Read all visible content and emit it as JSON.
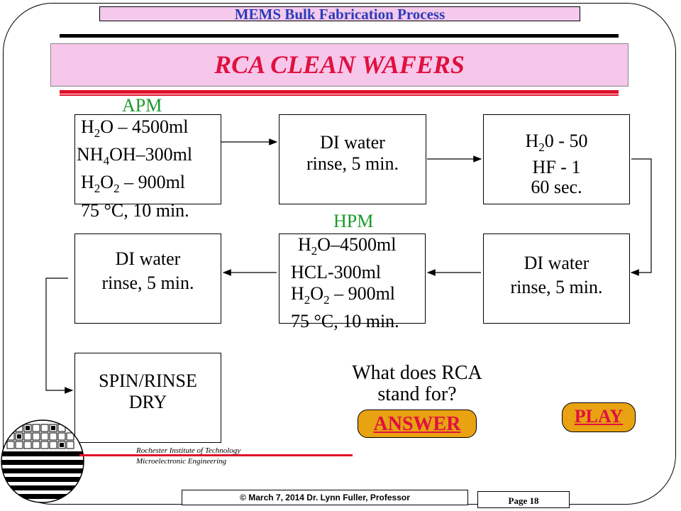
{
  "header": {
    "course_title": "MEMS Bulk Fabrication Process"
  },
  "slide": {
    "title": "RCA CLEAN WAFERS"
  },
  "steps": {
    "apm": {
      "label": "APM",
      "lines": [
        "H2O – 4500ml",
        "NH4OH–300ml",
        "H2O2 – 900ml",
        "75 °C, 10 min."
      ]
    },
    "rinse1": {
      "lines": [
        "DI water",
        "rinse, 5 min."
      ]
    },
    "hf": {
      "lines": [
        "H20 - 50",
        "HF - 1",
        "60 sec."
      ]
    },
    "rinse2": {
      "lines": [
        "DI water",
        "rinse, 5 min."
      ]
    },
    "hpm": {
      "label": "HPM",
      "lines": [
        "H2O–4500ml",
        "HCL-300ml",
        "H2O2 –  900ml",
        "75 °C, 10 min."
      ]
    },
    "rinse3": {
      "lines": [
        "DI water",
        "rinse, 5 min."
      ]
    },
    "spin": {
      "lines": [
        "SPIN/RINSE",
        "DRY"
      ]
    }
  },
  "question": {
    "line1": "What does RCA",
    "line2": "stand for?"
  },
  "buttons": {
    "answer": "ANSWER",
    "play": "PLAY"
  },
  "footer": {
    "institution": "Rochester Institute of Technology",
    "department": "Microelectronic Engineering",
    "copyright": "© March 7, 2014 Dr. Lynn Fuller, Professor",
    "page": "Page 18"
  },
  "colors": {
    "accent_red": "#e01040",
    "banner_pink": "#f6c7ea",
    "green_label": "#1a9a2a",
    "button_orange": "#e8a212",
    "title_blue": "#2a3db8"
  }
}
